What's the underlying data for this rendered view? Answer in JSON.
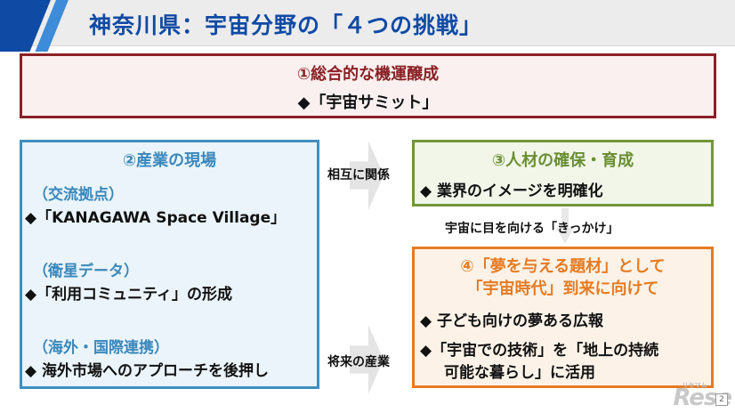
{
  "title": "神奈川県：宇宙分野の「４つの挑戦」",
  "box1": {
    "heading": "①総合的な機運醸成",
    "item": "◆「宇宙サミット」"
  },
  "box2": {
    "heading": "②産業の現場",
    "sections": [
      {
        "sub": "（交流拠点）",
        "item": "◆「KANAGAWA Space Village」"
      },
      {
        "sub": "（衛星データ）",
        "item": "◆「利用コミュニティ」の形成"
      },
      {
        "sub": "（海外・国際連携）",
        "item": "◆ 海外市場へのアプローチを後押し"
      }
    ]
  },
  "box3": {
    "heading": "③人材の確保・育成",
    "item": "◆ 業界のイメージを明確化"
  },
  "box4": {
    "heading_line1": "④「夢を与える題材」として",
    "heading_line2": "「宇宙時代」到来に向けて",
    "item1": "◆ 子ども向けの夢ある広報",
    "item2_line1": "◆「宇宙での技術」を「地上の持続",
    "item2_line2": "可能な暮らし」に活用"
  },
  "connectors": {
    "mutual": "相互に関係",
    "trigger": "宇宙に目を向ける「きっかけ」",
    "future": "将来の産業"
  },
  "watermark": {
    "text": "Rese",
    "small": "リセマム"
  },
  "page_number": "2",
  "colors": {
    "title": "#0f4aa5",
    "box1": "#8b2025",
    "box2": "#3f8fbf",
    "box3": "#71963a",
    "box4": "#e57b22"
  }
}
